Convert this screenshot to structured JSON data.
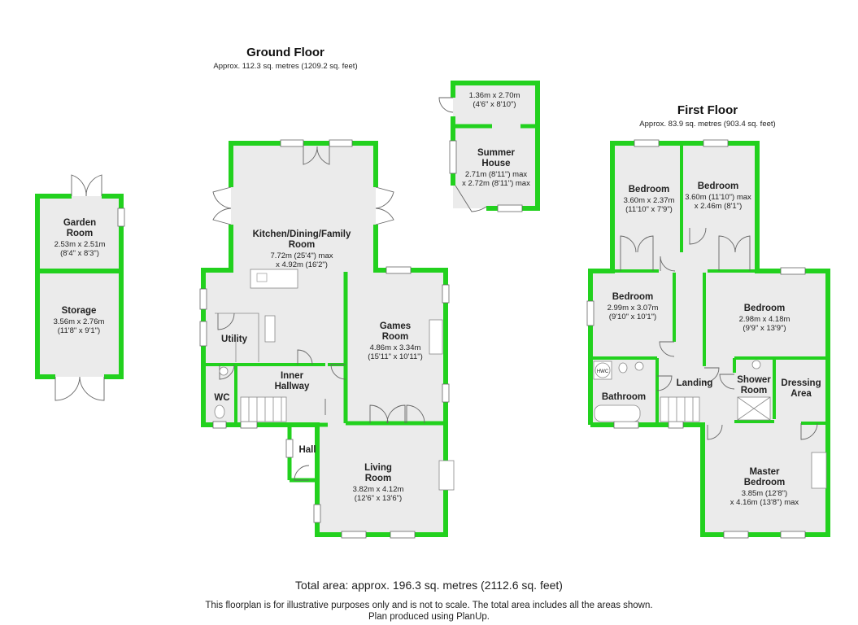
{
  "ground_floor": {
    "title": "Ground Floor",
    "area": "Approx. 112.3 sq. metres (1209.2 sq. feet)"
  },
  "first_floor": {
    "title": "First Floor",
    "area": "Approx. 83.9 sq. metres (903.4 sq. feet)"
  },
  "rooms": {
    "garden_room": {
      "name": "Garden\nRoom",
      "dims": "2.53m x 2.51m\n(8'4\" x 8'3\")"
    },
    "storage": {
      "name": "Storage",
      "dims": "3.56m x 2.76m\n(11'8\" x 9'1\")"
    },
    "summer_house_small": {
      "name": "",
      "dims": "1.36m x 2.70m\n(4'6\" x 8'10\")"
    },
    "summer_house": {
      "name": "Summer\nHouse",
      "dims": "2.71m (8'11\") max\nx 2.72m (8'11\") max"
    },
    "kitchen": {
      "name": "Kitchen/Dining/Family\nRoom",
      "dims": "7.72m (25'4\") max\nx 4.92m (16'2\")"
    },
    "utility": {
      "name": "Utility",
      "dims": ""
    },
    "games_room": {
      "name": "Games\nRoom",
      "dims": "4.86m x 3.34m\n(15'11\" x 10'11\")"
    },
    "inner_hallway": {
      "name": "Inner\nHallway",
      "dims": ""
    },
    "wc": {
      "name": "WC",
      "dims": ""
    },
    "hall": {
      "name": "Hall",
      "dims": ""
    },
    "living_room": {
      "name": "Living\nRoom",
      "dims": "3.82m x 4.12m\n(12'6\" x 13'6\")"
    },
    "bedroom_1": {
      "name": "Bedroom",
      "dims": "3.60m x 2.37m\n(11'10\" x 7'9\")"
    },
    "bedroom_2": {
      "name": "Bedroom",
      "dims": "3.60m (11'10\") max\nx 2.46m (8'1\")"
    },
    "bedroom_3": {
      "name": "Bedroom",
      "dims": "2.99m x 3.07m\n(9'10\" x 10'1\")"
    },
    "bedroom_4": {
      "name": "Bedroom",
      "dims": "2.98m x 4.18m\n(9'9\" x 13'9\")"
    },
    "bathroom": {
      "name": "Bathroom",
      "dims": ""
    },
    "landing": {
      "name": "Landing",
      "dims": ""
    },
    "shower_room": {
      "name": "Shower\nRoom",
      "dims": ""
    },
    "dressing_area": {
      "name": "Dressing\nArea",
      "dims": ""
    },
    "master_bedroom": {
      "name": "Master\nBedroom",
      "dims": "3.85m (12'8\")\nx 4.16m (13'8\") max"
    }
  },
  "fixtures": {
    "hwc": "HWC"
  },
  "footer": {
    "total": "Total area: approx. 196.3 sq. metres (2112.6 sq. feet)",
    "disclaimer_1": "This floorplan is for illustrative purposes only and is not to scale. The total area includes all the areas shown.",
    "disclaimer_2": "Plan produced using PlanUp."
  },
  "colors": {
    "wall": "#22d11e",
    "floor": "#ebebeb"
  }
}
